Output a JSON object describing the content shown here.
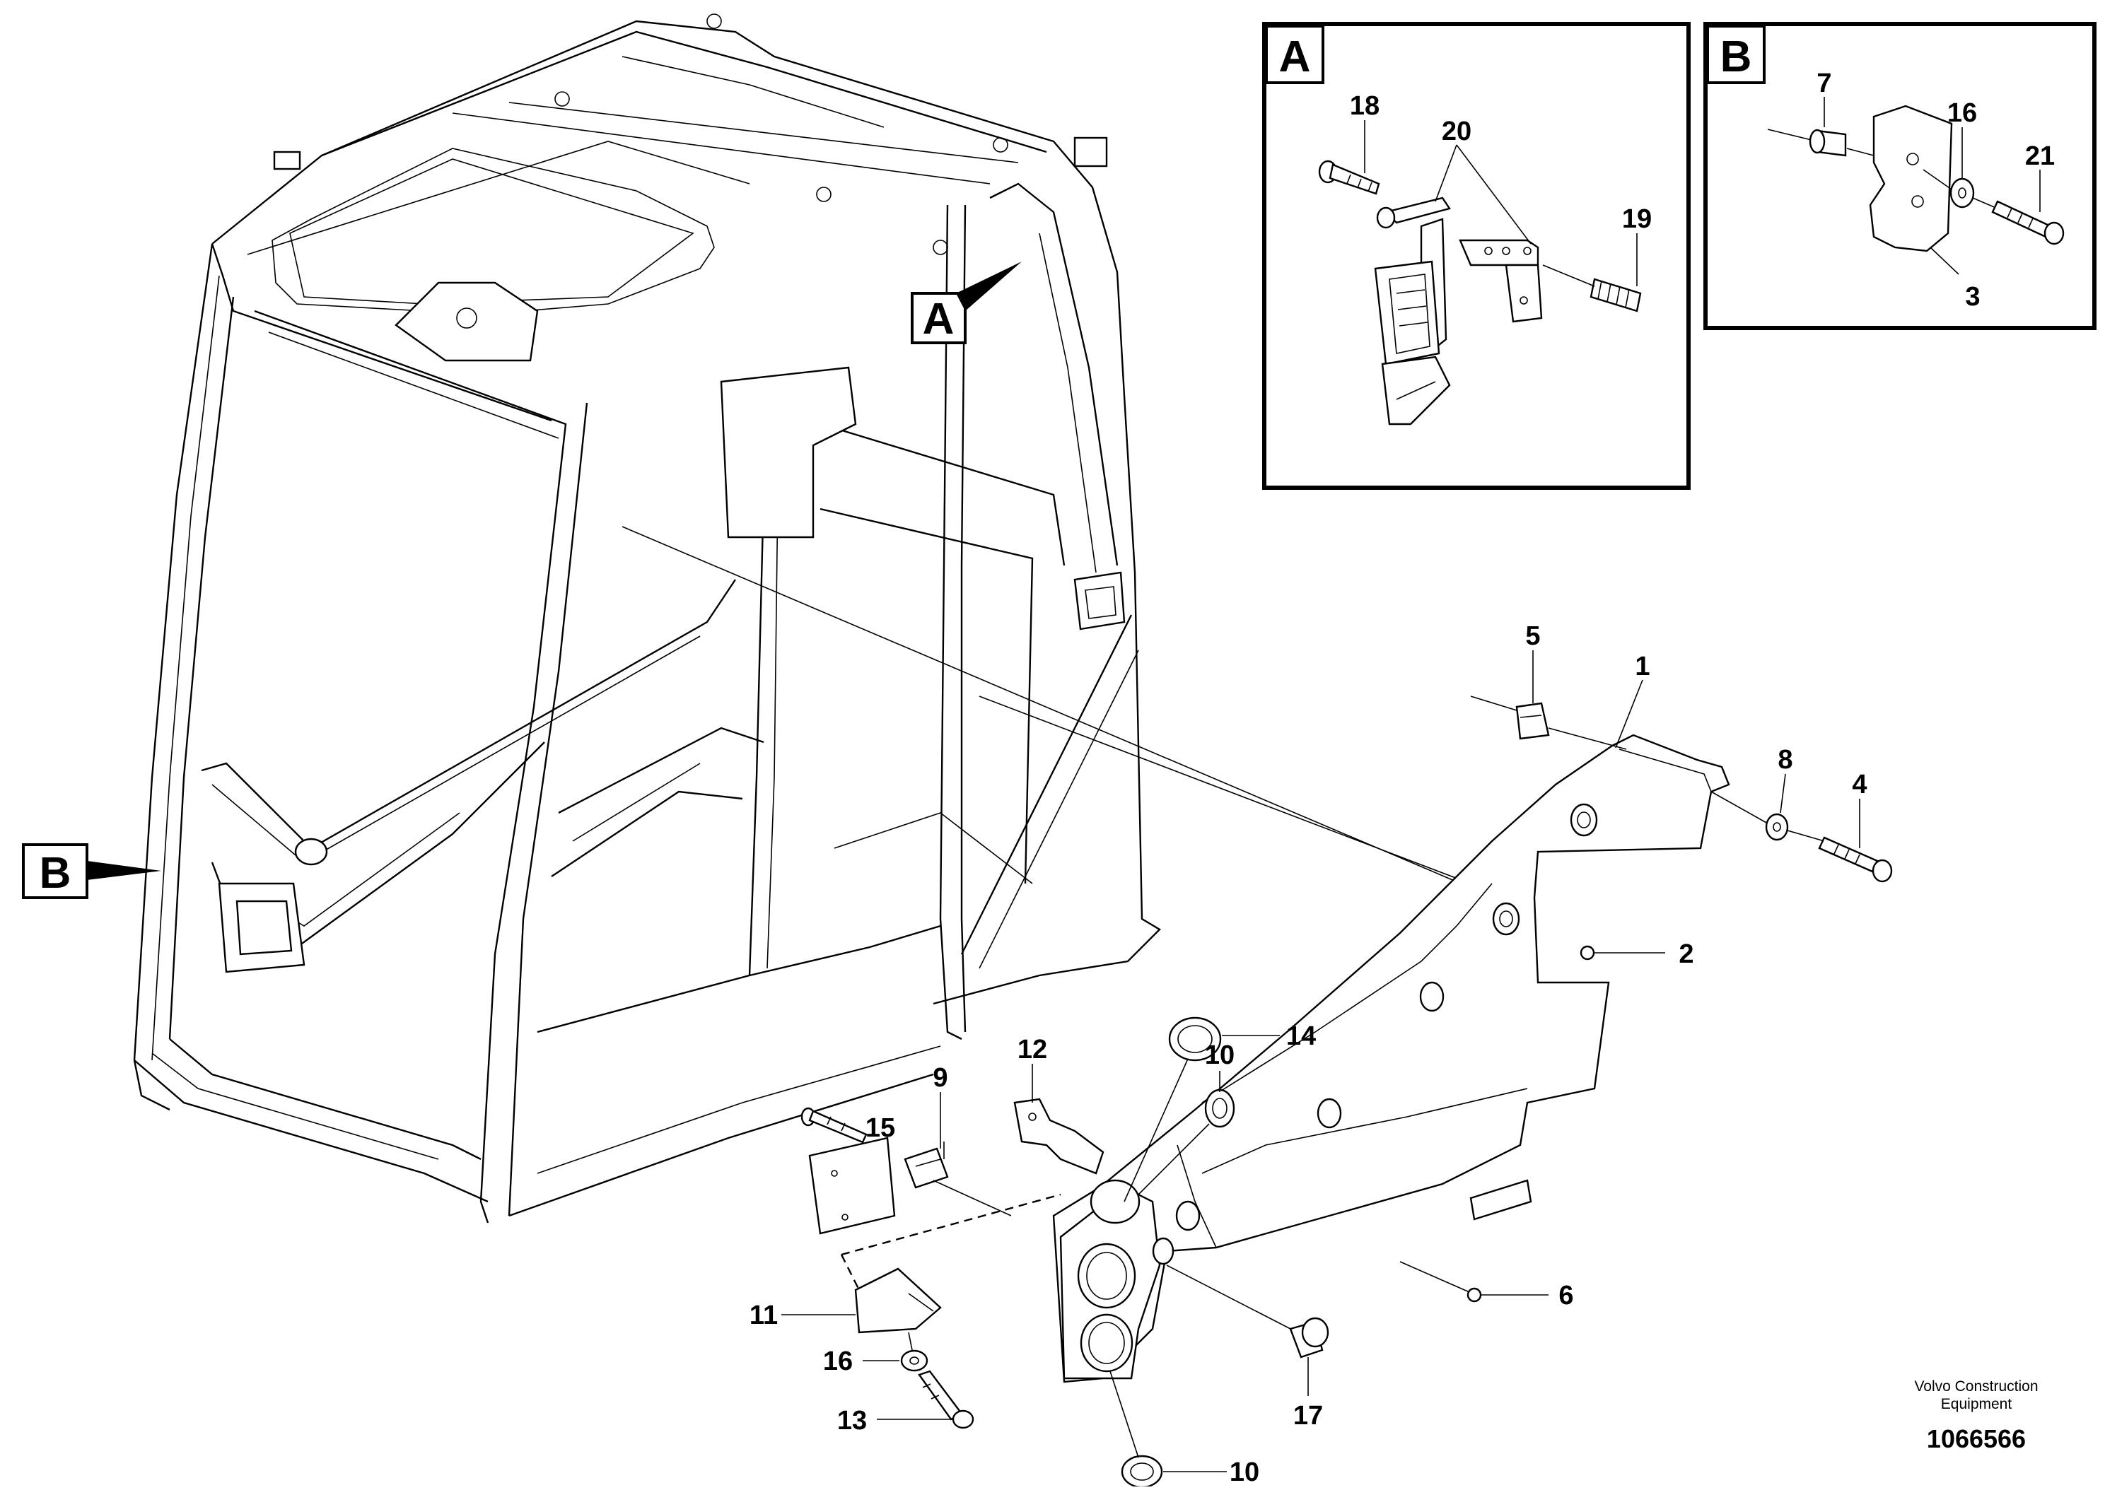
{
  "callouts": {
    "A": "A",
    "B": "B"
  },
  "detail_a": {
    "tag": "A",
    "labels": {
      "p18": "18",
      "p20": "20",
      "p19": "19"
    }
  },
  "detail_b": {
    "tag": "B",
    "labels": {
      "p7": "7",
      "p16": "16",
      "p21": "21",
      "p3": "3"
    }
  },
  "part_labels": {
    "p1": "1",
    "p2": "2",
    "p4": "4",
    "p5": "5",
    "p6": "6",
    "p8": "8",
    "p9": "9",
    "p10_top": "10",
    "p10_bottom": "10",
    "p11": "11",
    "p12": "12",
    "p13": "13",
    "p14": "14",
    "p15": "15",
    "p16": "16",
    "p17": "17"
  },
  "footer": {
    "brand_line1": "Volvo Construction",
    "brand_line2": "Equipment",
    "doc_number": "1066566"
  }
}
